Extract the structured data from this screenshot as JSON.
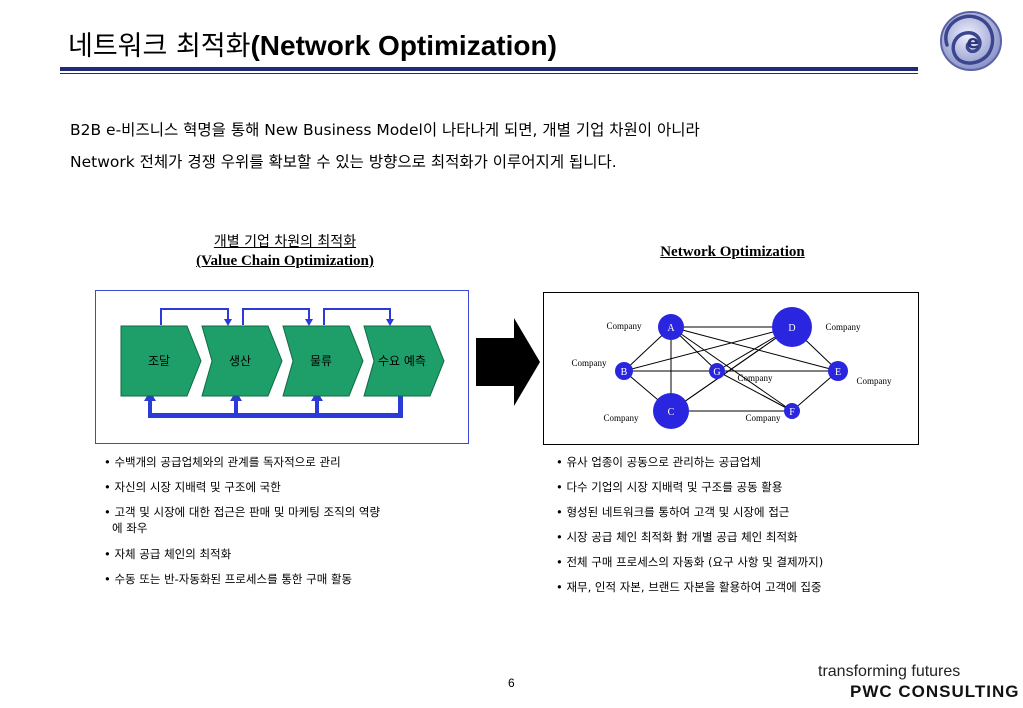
{
  "header": {
    "title_korean": "네트워크 최적화",
    "title_english": "(Network Optimization)"
  },
  "intro": {
    "line1": "B2B e-비즈니스 혁명을 통해 New Business Model이 나타나게 되면, 개별 기업 차원이 아니라",
    "line2": "Network 전체가 경쟁 우위를 확보할 수 있는 방향으로 최적화가 이루어지게 됩니다."
  },
  "left_panel": {
    "caption_line1": "개별 기업 차원의 최적화",
    "caption_line2": "(Value Chain Optimization)",
    "steps": [
      "조달",
      "생산",
      "물류",
      "수요 예측"
    ],
    "step_color": "#1e9e68",
    "bullets": [
      "• 수백개의 공급업체와의 관계를 독자적으로 관리",
      "• 자신의 시장 지배력 및 구조에 국한",
      "• 고객 및 시장에 대한 접근은 판매 및 마케팅 조직의 역량",
      "  에 좌우",
      "• 자체 공급 체인의 최적화",
      "• 수동 또는 반-자동화된 프로세스를 통한 구매 활동"
    ]
  },
  "right_panel": {
    "caption": "Network Optimization",
    "node_color": "#2a26e0",
    "nodes": [
      "A",
      "D",
      "B",
      "G",
      "E",
      "C",
      "F"
    ],
    "node_label": "Company",
    "bullets": [
      "• 유사 업종이 공동으로 관리하는 공급업체",
      "• 다수 기업의 시장 지배력 및 구조를 공동 활용",
      "• 형성된 네트워크를 통하여 고객 및 시장에 접근",
      "• 시장 공급 체인 최적화 對 개별 공급 체인 최적화",
      "• 전체 구매 프로세스의 자동화 (요구 사항 및 결제까지)",
      "• 재무, 인적 자본, 브랜드 자본을 활용하여 고객에 집중"
    ]
  },
  "footer": {
    "page_number": "6",
    "tagline": "transforming futures",
    "brand": "PWC CONSULTING"
  }
}
